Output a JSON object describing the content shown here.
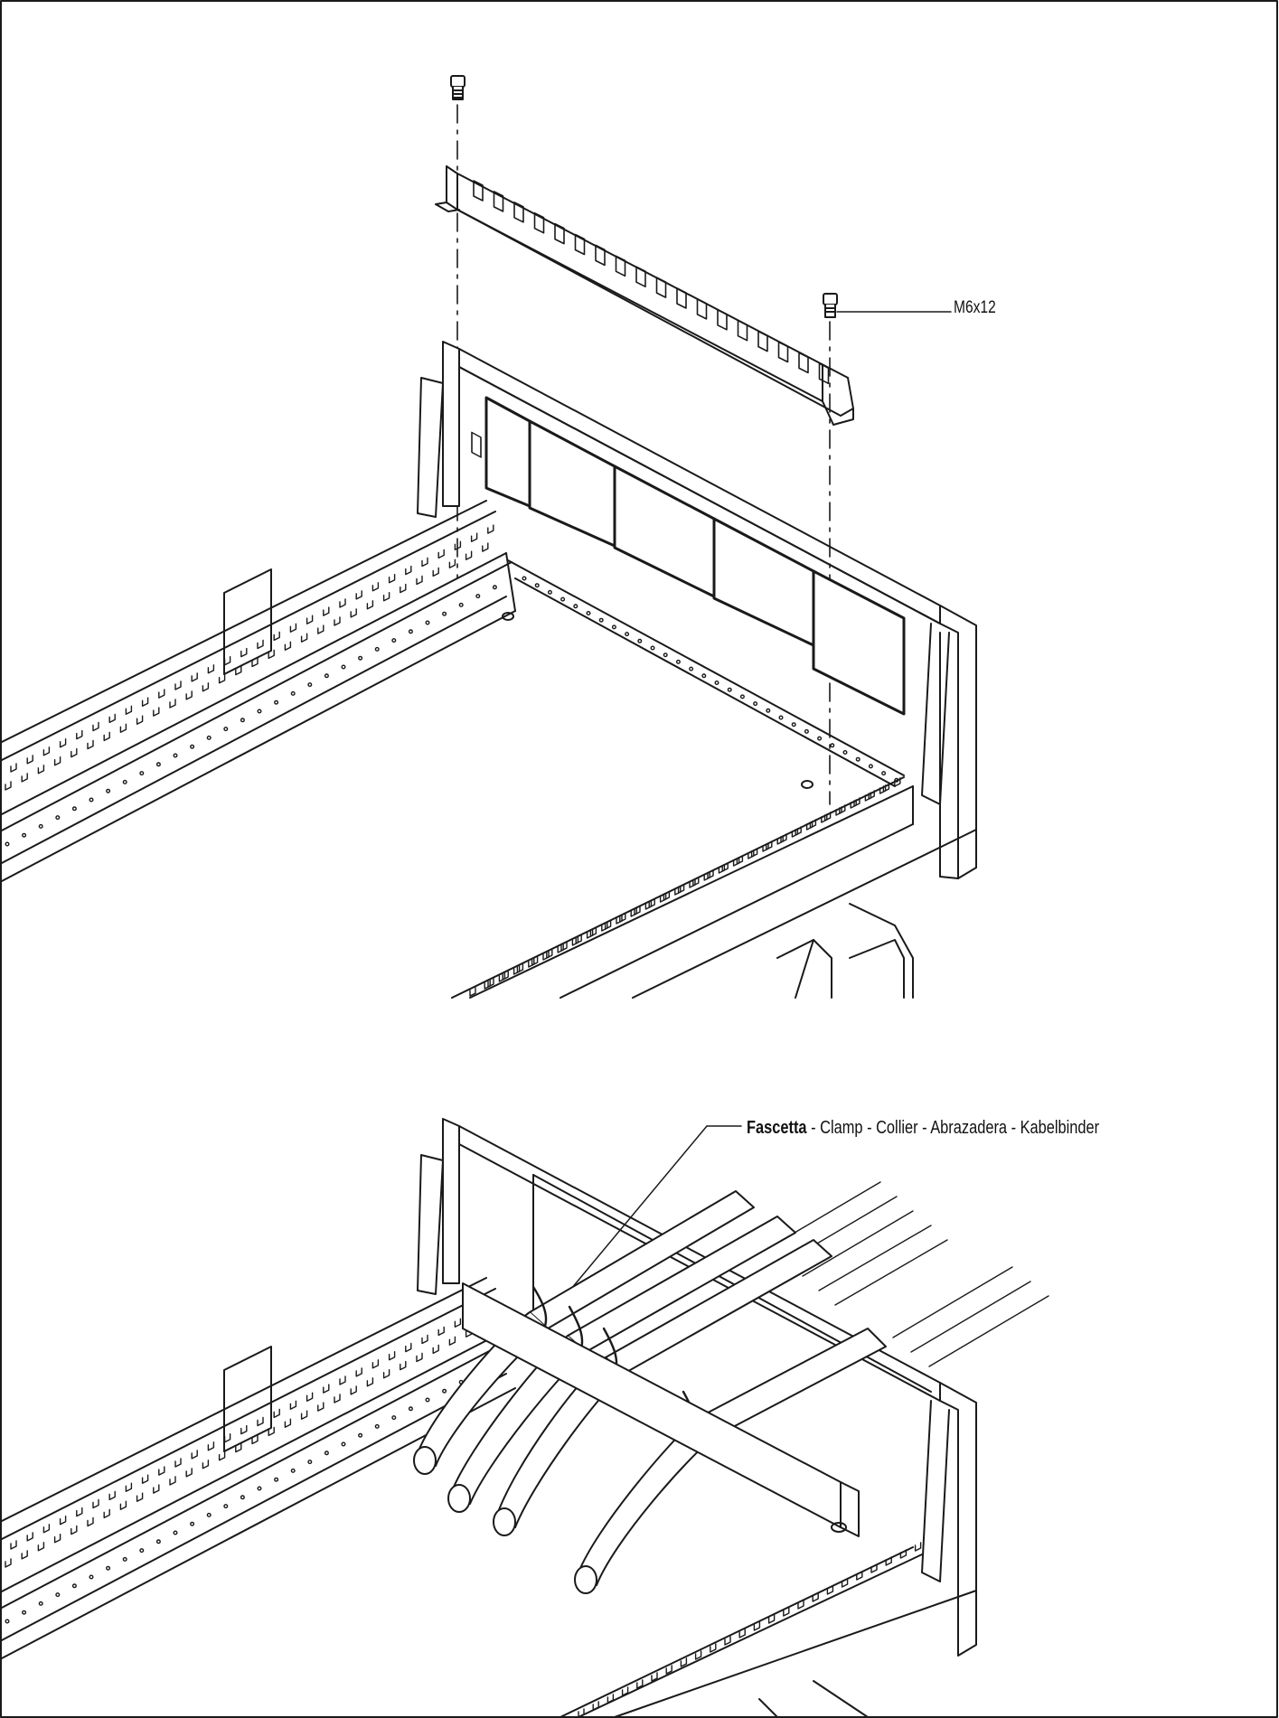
{
  "callouts": {
    "screw_size": "M6x12",
    "clamp_bold": "Fascetta",
    "clamp_rest": " - Clamp - Collier - Abrazadera - Kabelbinder"
  },
  "colors": {
    "line": "#1a1a1a",
    "fill": "#ffffff",
    "dark": "#111111"
  },
  "icons": {
    "screw": "screw-icon",
    "clamp": "cable-tie-icon"
  }
}
